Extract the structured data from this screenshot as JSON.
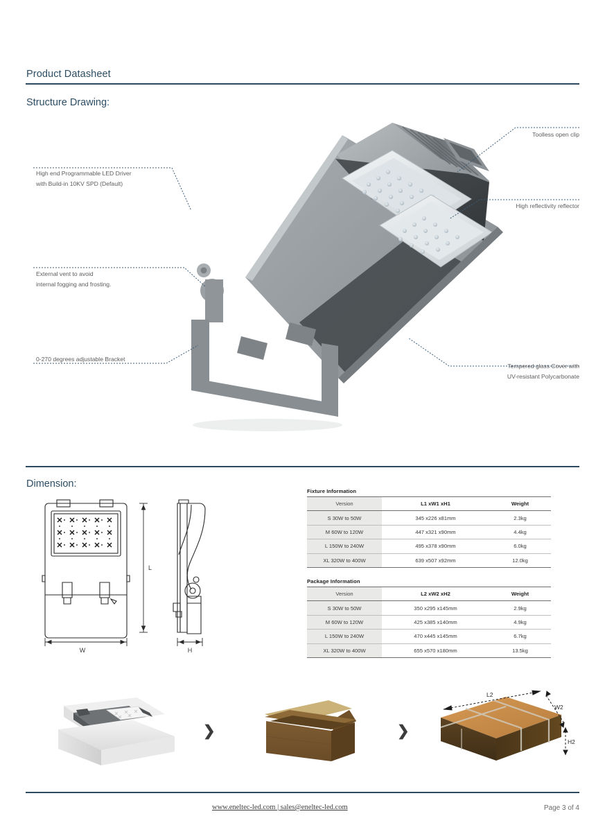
{
  "header": {
    "title": "Product Datasheet",
    "section_title": "Structure Drawing:"
  },
  "structure_annotations": {
    "left": [
      {
        "name": "led-driver",
        "line1": "High end Programmable LED Driver",
        "line2": "with Build-in 10KV SPD (Default)"
      },
      {
        "name": "external-vent",
        "line1": "External vent to avoid",
        "line2": "internal fogging and frosting."
      },
      {
        "name": "adjustable-bracket",
        "line1": "0-270 degrees adjustable Bracket",
        "line2": ""
      }
    ],
    "right": [
      {
        "name": "toolless-clip",
        "line1": "Toolless open clip",
        "line2": ""
      },
      {
        "name": "reflector",
        "line1": "High reflectivity reflector",
        "line2": ""
      },
      {
        "name": "glass-cover",
        "line1": "Tempered glass Cover with",
        "line2": "UV-resistant Polycarbonate"
      }
    ]
  },
  "dimension": {
    "title": "Dimension:",
    "front_view_labels": {
      "height": "L",
      "width": "W"
    },
    "side_view_labels": {
      "width": "H"
    }
  },
  "fixture_table": {
    "caption": "Fixture Information",
    "columns": [
      "Version",
      "L1 xW1 xH1",
      "Weight"
    ],
    "rows": [
      [
        "S  30W to 50W",
        "345 x226 x81mm",
        "2.3kg"
      ],
      [
        "M  60W to 120W",
        "447 x321 x90mm",
        "4.4kg"
      ],
      [
        "L  150W to 240W",
        "495 x378 x90mm",
        "6.0kg"
      ],
      [
        "XL 320W to 400W",
        "639 x507 x92mm",
        "12.0kg"
      ]
    ]
  },
  "package_table": {
    "caption": "Package Information",
    "columns": [
      "Version",
      "L2 xW2 xH2",
      "Weight"
    ],
    "rows": [
      [
        "S  30W to 50W",
        "350 x295 x145mm",
        "2.9kg"
      ],
      [
        "M  60W to 120W",
        "425 x385 x140mm",
        "4.9kg"
      ],
      [
        "L 150W to 240W",
        "470 x445 x145mm",
        "6.7kg"
      ],
      [
        "XL 320W to 400W",
        "655 x570 x180mm",
        "13.5kg"
      ]
    ]
  },
  "packaging_flow": {
    "arrow_glyph": "❯",
    "carton_labels": {
      "length": "L2",
      "width": "W2",
      "height": "H2"
    }
  },
  "footer": {
    "link": "www.eneltec-led.com | sales@eneltec-led.com",
    "page": "Page 3 of 4"
  },
  "colors": {
    "accent_rule": "#2b4a61",
    "heading": "#2d4d63",
    "leader_line": "#3b5c78",
    "table_version_bg": "#e9e9e7"
  }
}
